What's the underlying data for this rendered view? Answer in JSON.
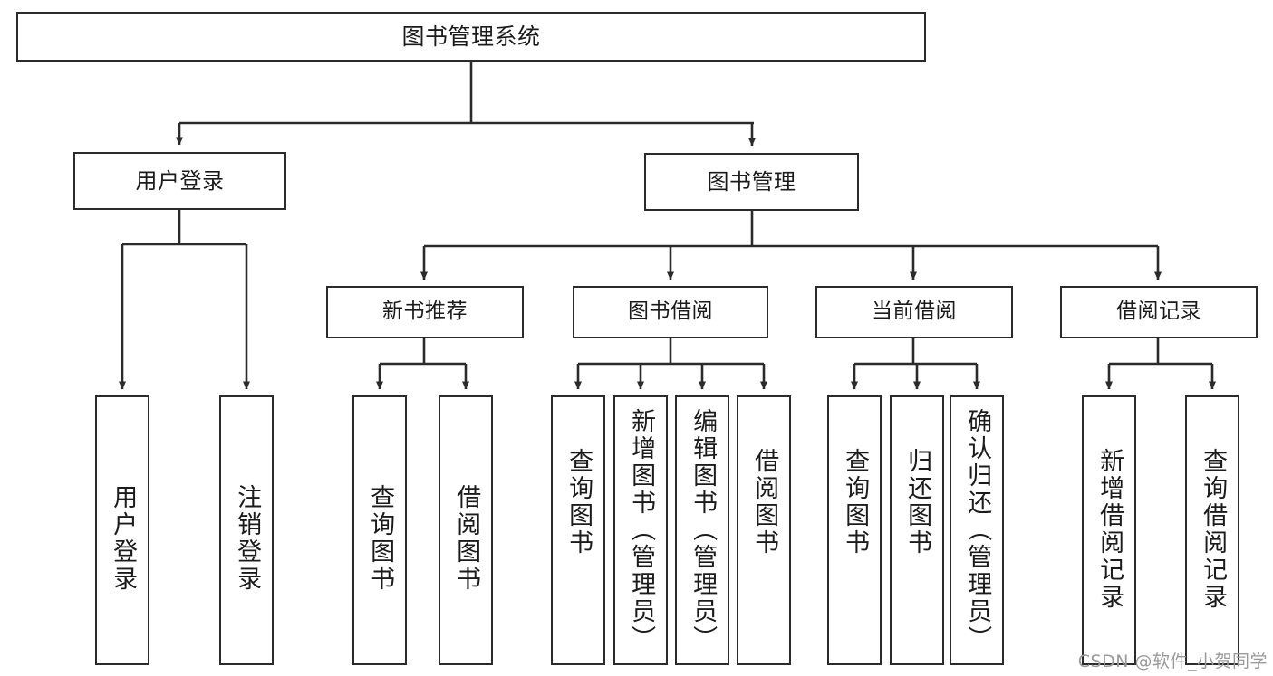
{
  "diagram": {
    "title": "图书管理系统",
    "type": "tree",
    "watermark": "CSDN @软件_小贺同学",
    "colors": {
      "stroke": "#2b2b2b",
      "fill": "#ffffff",
      "text": "#1b1b1b",
      "watermark": "#9a9a9a"
    },
    "nodes": {
      "root": {
        "label": "图书管理系统"
      },
      "level2": [
        {
          "label": "用户登录"
        },
        {
          "label": "图书管理"
        }
      ],
      "level3": [
        {
          "label": "新书推荐"
        },
        {
          "label": "图书借阅"
        },
        {
          "label": "当前借阅"
        },
        {
          "label": "借阅记录"
        }
      ],
      "leaves": {
        "user_login": [
          {
            "label": "用户登录"
          },
          {
            "label": "注销登录"
          }
        ],
        "new_book_recommend": [
          {
            "label": "查询图书"
          },
          {
            "label": "借阅图书"
          }
        ],
        "book_borrow": [
          {
            "label": "查询图书"
          },
          {
            "label": "新增图书（管理员）"
          },
          {
            "label": "编辑图书（管理员）"
          },
          {
            "label": "借阅图书"
          }
        ],
        "current_borrow": [
          {
            "label": "查询图书"
          },
          {
            "label": "归还图书"
          },
          {
            "label": "确认归还（管理员）"
          }
        ],
        "borrow_record": [
          {
            "label": "新增借阅记录"
          },
          {
            "label": "查询借阅记录"
          }
        ]
      }
    }
  }
}
